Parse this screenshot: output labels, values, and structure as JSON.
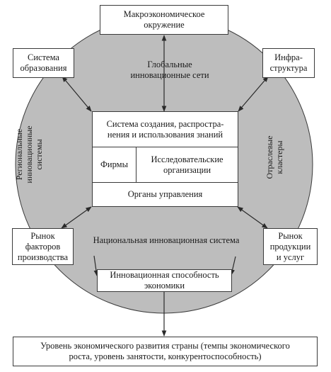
{
  "diagram": {
    "colors": {
      "circle_fill": "#bdbdbd",
      "stroke": "#3a3a3a",
      "box_fill": "#ffffff"
    },
    "macro": {
      "line1": "Макроэкономическое",
      "line2": "окружение"
    },
    "education": {
      "line1": "Система",
      "line2": "образования"
    },
    "infrastructure": {
      "line1": "Инфра-",
      "line2": "структура"
    },
    "global_networks": {
      "line1": "Глобальные",
      "line2": "инновационные сети"
    },
    "regional": {
      "line1": "Региональные",
      "line2": "инновационные",
      "line3": "системы"
    },
    "sectoral": {
      "line1": "Отраслевые",
      "line2": "кластеры"
    },
    "center": {
      "knowledge": {
        "line1": "Система создания, распростра-",
        "line2": "нения и использования знаний"
      },
      "firms": "Фирмы",
      "research": {
        "line1": "Исследовательские",
        "line2": "организации"
      },
      "government": "Органы управления"
    },
    "national_system": "Национальная инновационная система",
    "factor_market": {
      "line1": "Рынок",
      "line2": "факторов",
      "line3": "производства"
    },
    "product_market": {
      "line1": "Рынок",
      "line2": "продукции",
      "line3": "и услуг"
    },
    "capacity": {
      "line1": "Инновационная способность",
      "line2": "экономики"
    },
    "outcome": {
      "line1": "Уровень экономического развития страны (темпы экономического",
      "line2": "роста, уровень занятости, конкурентоспособность)"
    }
  }
}
